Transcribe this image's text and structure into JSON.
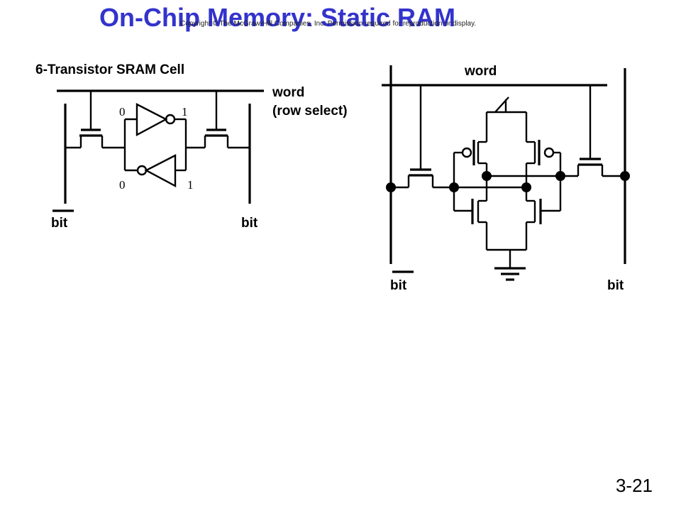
{
  "slide": {
    "title": "On-Chip Memory: Static RAM",
    "copyright": "Copyright © The McGraw-Hill Companies, Inc. Permission required for reproduction or display.",
    "number": "3-21"
  },
  "left_diagram": {
    "heading": "6-Transistor SRAM Cell",
    "word_label": "word",
    "row_select_label": "(row select)",
    "bit_left_label": "bit",
    "bit_right_label": "bit",
    "top_in_label": "0",
    "top_out_label": "1",
    "bottom_in_label": "0",
    "bottom_out_label": "1"
  },
  "right_diagram": {
    "word_label": "word",
    "bit_left_label": "bit",
    "bit_right_label": "bit"
  }
}
